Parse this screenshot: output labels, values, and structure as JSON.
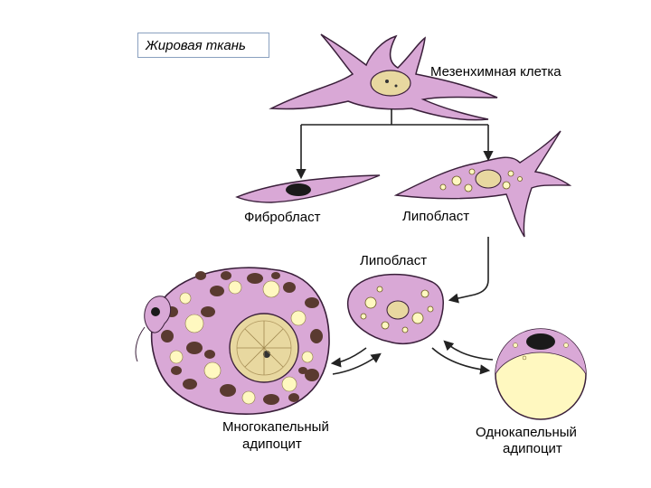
{
  "title": "Жировая ткань",
  "labels": {
    "mesenchymal_cell": "Мезенхимная клетка",
    "fibroblast": "Фибробласт",
    "lipoblast_1": "Липобласт",
    "lipoblast_2": "Липобласт",
    "multilocular_line1": "Многокапельный",
    "multilocular_line2": "адипоцит",
    "unilocular_line1": "Однокапельный",
    "unilocular_line2": "адипоцит"
  },
  "colors": {
    "cytoplasm": "#d9a8d6",
    "cell_outline": "#3a1f3a",
    "nucleus": "#1a1a1a",
    "nucleus_light": "#e8d8a0",
    "lipid": "#fff8c0",
    "mitochondria": "#5a3a30",
    "arrow": "#222222"
  }
}
